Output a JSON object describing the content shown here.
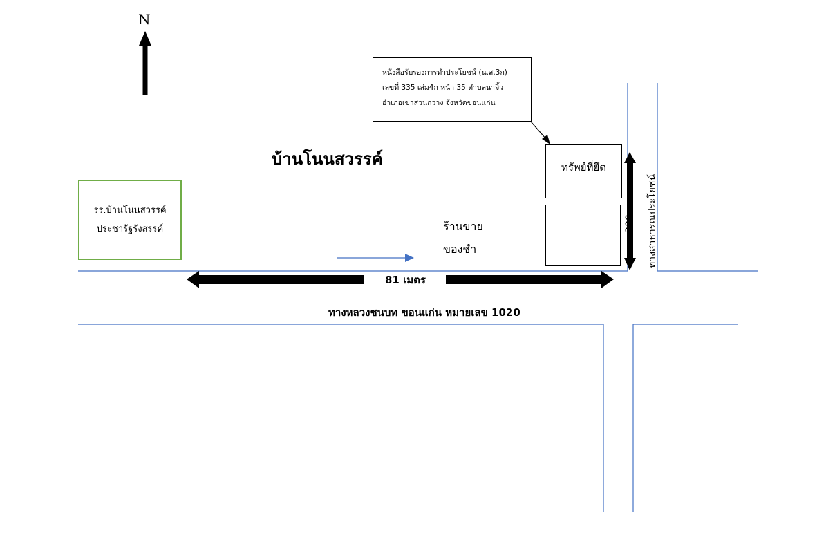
{
  "north_label": "N",
  "village_name": "บ้านโนนสวรรค์",
  "school": {
    "line1": "รร.บ้านโนนสวรรค์",
    "line2": "ประชารัฐรังสรรค์"
  },
  "deed_note": {
    "line1": "หนังสือรับรองการทำประโยชน์ (น.ส.3ก)",
    "line2": "เลขที่ 335 เล่ม4ก หน้า 35 ตำบลนาจิ้ว",
    "line3": "อำเภอเขาสวนกวาง จังหวัดขอนแก่น"
  },
  "shop": {
    "line1": "ร้านขาย",
    "line2": "ของชำ"
  },
  "seized_property": "ทรัพย์ที่ยึด",
  "distance_label": "81 เมตร",
  "depth_label": "200 เมตร",
  "public_road": "ทางสาธารณประโยชน์",
  "highway": "ทางหลวงชนบท ขอนแก่น หมายเลข 1020",
  "colors": {
    "road_line": "#4472c4",
    "school_border": "#70ad47",
    "arrow": "#000000"
  }
}
